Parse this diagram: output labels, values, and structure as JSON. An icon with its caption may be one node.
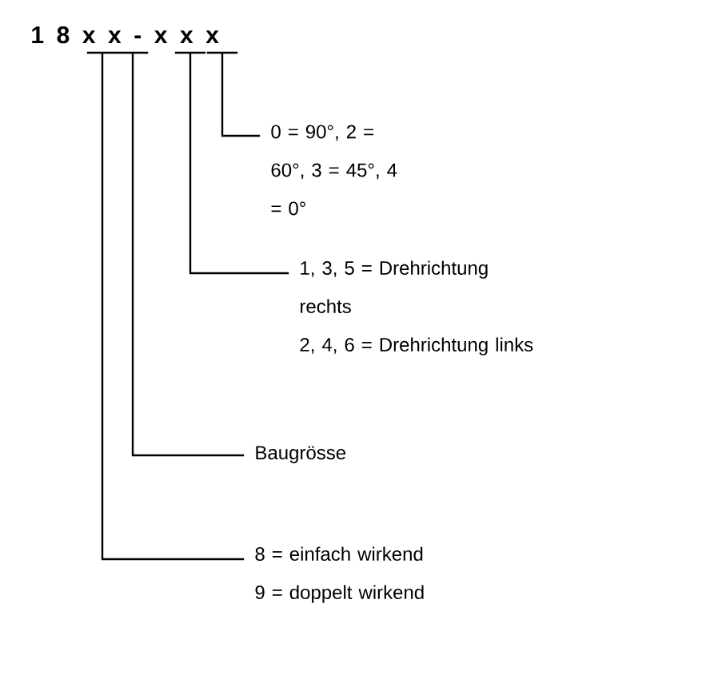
{
  "diagram": {
    "title": "1 8 x x - x x x",
    "nodes": [
      {
        "text": [
          "0 = 90°, 2 = 60°, 3 = 45°, 4 = 0°"
        ]
      },
      {
        "text": [
          "1, 3, 5 = Drehrichtung rechts",
          "2, 4, 6 = Drehrichtung links"
        ]
      },
      {
        "text": [
          "Baugrösse"
        ]
      },
      {
        "text": [
          "8 = einfach wirkend",
          "9 = doppelt wirkend"
        ]
      }
    ],
    "edges": [
      {
        "from": 0,
        "to": null,
        "arrow": "none"
      },
      {
        "from": 1,
        "to": null,
        "arrow": "none"
      },
      {
        "from": 2,
        "to": null,
        "arrow": "none"
      },
      {
        "from": 3,
        "to": null,
        "arrow": "none"
      }
    ]
  }
}
